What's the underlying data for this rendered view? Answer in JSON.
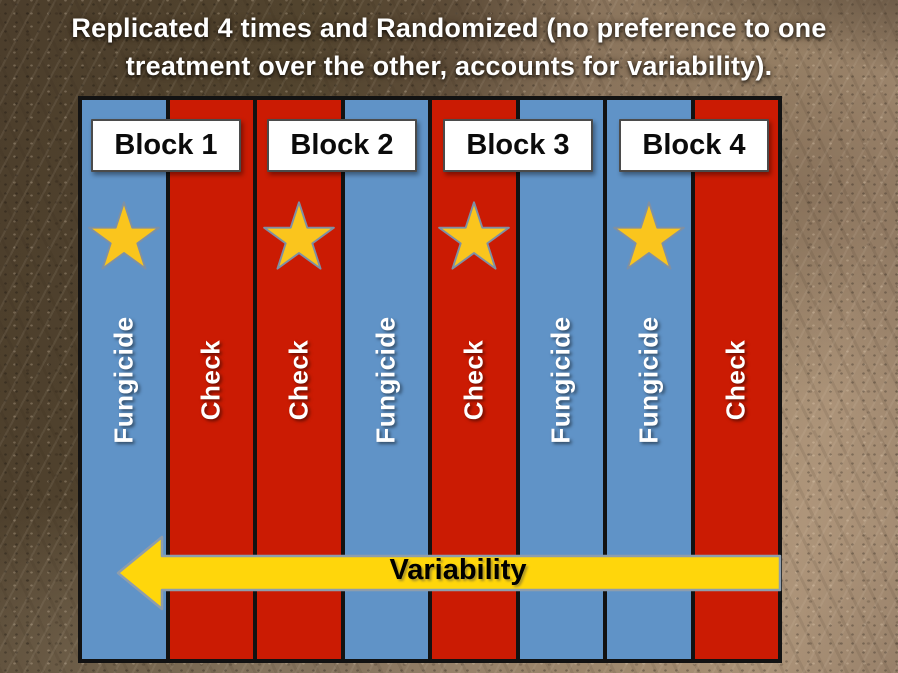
{
  "title": {
    "line1": "Replicated 4 times and Randomized (no preference to one",
    "line2": "treatment over the other, accounts for variability)."
  },
  "diagram": {
    "blocks": [
      {
        "label": "Block 1"
      },
      {
        "label": "Block 2"
      },
      {
        "label": "Block 3"
      },
      {
        "label": "Block 4"
      }
    ],
    "strips": [
      {
        "block": "Block 1",
        "treatment": "Fungicide",
        "type": "fungicide",
        "star": true
      },
      {
        "block": "Block 1",
        "treatment": "Check",
        "type": "check",
        "star": false
      },
      {
        "block": "Block 2",
        "treatment": "Check",
        "type": "check",
        "star": true
      },
      {
        "block": "Block 2",
        "treatment": "Fungicide",
        "type": "fungicide",
        "star": false
      },
      {
        "block": "Block 3",
        "treatment": "Check",
        "type": "check",
        "star": true
      },
      {
        "block": "Block 3",
        "treatment": "Fungicide",
        "type": "fungicide",
        "star": false
      },
      {
        "block": "Block 4",
        "treatment": "Fungicide",
        "type": "fungicide",
        "star": true
      },
      {
        "block": "Block 4",
        "treatment": "Check",
        "type": "check",
        "star": false
      }
    ]
  },
  "arrow": {
    "label": "Variability",
    "direction": "left"
  },
  "colors": {
    "fungicide_blue": "#6093C7",
    "check_red": "#CB1B03",
    "star_yellow": "#FAC51D",
    "star_outline": "#7E90A5",
    "arrow_yellow": "#FFD60B",
    "arrow_outline": "#8E9DAC",
    "border_black": "#121212"
  }
}
